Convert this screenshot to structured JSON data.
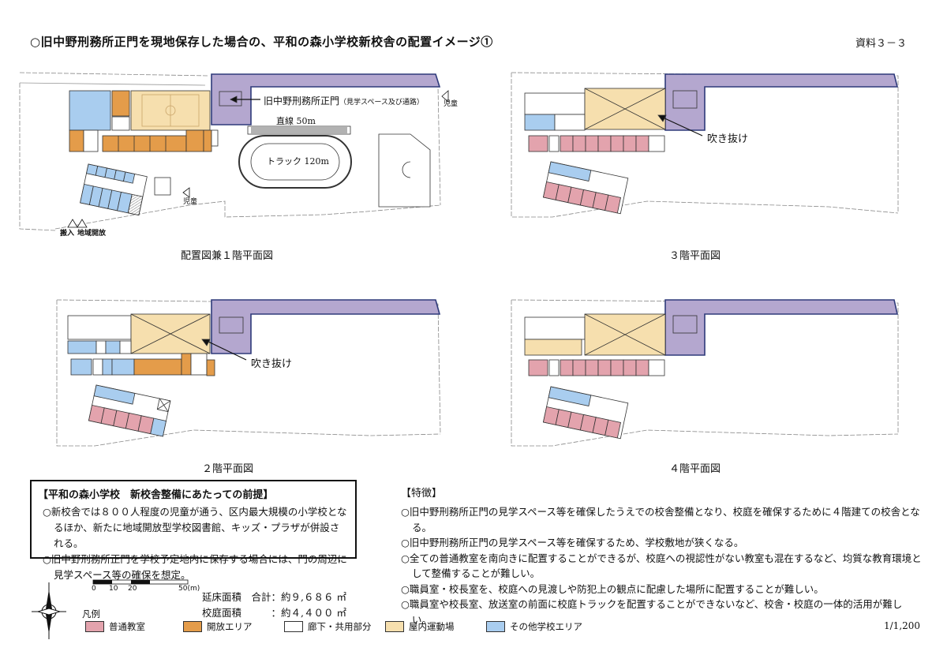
{
  "header": {
    "title": "○旧中野刑務所正門を現地保存した場合の、平和の森小学校新校舎の配置イメージ①",
    "doc_number": "資料３－３"
  },
  "plans": {
    "floor1": {
      "caption": "配置図兼１階平面図",
      "gate_label": "旧中野刑務所正門",
      "gate_note": "（見学スペース及び通路）",
      "straight_label": "直線 50m",
      "track_label": "トラック 120m",
      "entrance_students_1": "児童",
      "entrance_students_2": "児童",
      "entrance_delivery": "搬入",
      "entrance_community": "地域開放"
    },
    "floor2": {
      "caption": "２階平面図",
      "void_label": "吹き抜け"
    },
    "floor3": {
      "caption": "３階平面図",
      "void_label": "吹き抜け"
    },
    "floor4": {
      "caption": "４階平面図"
    }
  },
  "premise": {
    "title": "【平和の森小学校　新校舎整備にあたっての前提】",
    "items": [
      "○新校舎では８００人程度の児童が通う、区内最大規模の小学校となるほか、新たに地域開放型学校図書館、キッズ・プラザが併設される。",
      "○旧中野刑務所正門を学校予定地内に保存する場合には、門の周辺に見学スペース等の確保を想定。"
    ]
  },
  "features": {
    "title": "【特徴】",
    "items": [
      "○旧中野刑務所正門の見学スペース等を確保したうえでの校舎整備となり、校庭を確保するために４階建ての校舎となる。",
      "○旧中野刑務所正門の見学スペース等を確保するため、学校敷地が狭くなる。",
      "○全ての普通教室を南向きに配置することができるが、校庭への視認性がない教室も混在するなど、均質な教育環境として整備することが難しい。",
      "○職員室・校長室を、校庭への見渡しや防犯上の観点に配慮した場所に配置することが難しい。",
      "○職員室や校長室、放送室の前面に校庭トラックを配置することができないなど、校舎・校庭の一体的活用が難しい。"
    ]
  },
  "areas": {
    "floor_area": "延床面積　合計：約９,６８６ ㎡",
    "site_area": "校庭面積　　　：約４,４００ ㎡"
  },
  "scale_bar": {
    "ticks": [
      "0",
      "10",
      "20",
      "50(m)"
    ]
  },
  "scale_ratio": "1/1,200",
  "legend": {
    "title": "凡例",
    "items": [
      {
        "label": "普通教室",
        "color": "#e3a3ad"
      },
      {
        "label": "開放エリア",
        "color": "#e49c4a"
      },
      {
        "label": "廊下・共用部分",
        "color": "#ffffff"
      },
      {
        "label": "屋内運動場",
        "color": "#f6dfae"
      },
      {
        "label": "その他学校エリア",
        "color": "#a9cdef"
      }
    ]
  },
  "colors": {
    "classroom": "#e3a3ad",
    "open_area": "#e49c4a",
    "corridor": "#ffffff",
    "gym": "#f6dfae",
    "other": "#a9cdef",
    "gate": "#b4a7cf",
    "gate_border": "#2e3a7a"
  }
}
